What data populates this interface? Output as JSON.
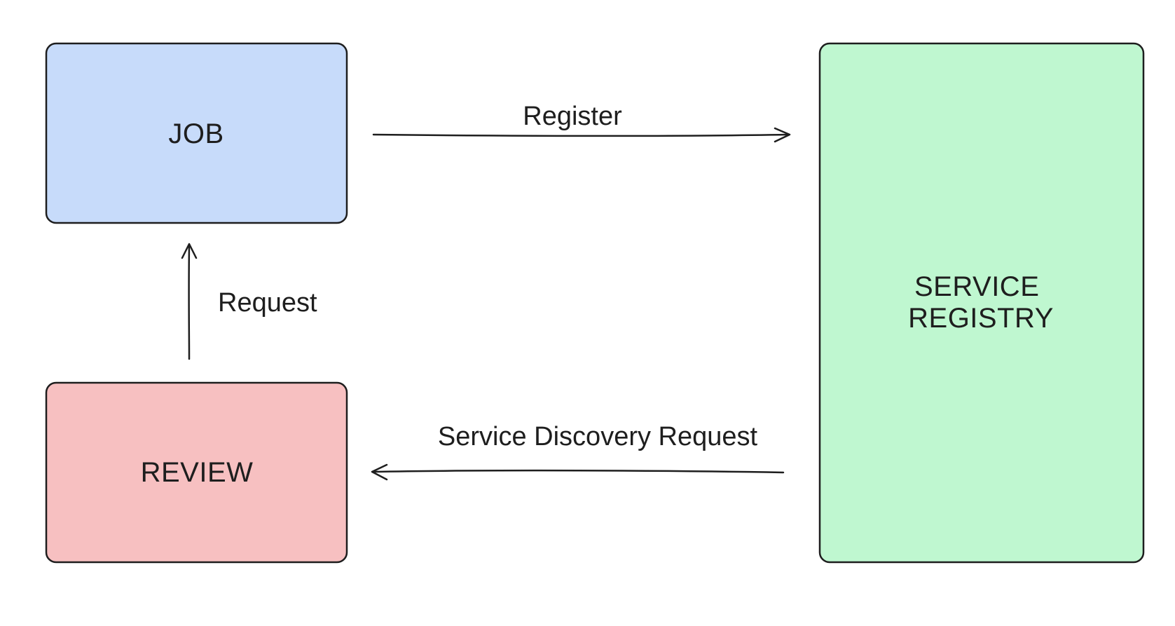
{
  "nodes": {
    "job": {
      "label": "JOB",
      "color": "#c7dbfa"
    },
    "review": {
      "label": "REVIEW",
      "color": "#f7c0c1"
    },
    "service_registry": {
      "label_line1": "SERVICE",
      "label_line2": "REGISTRY",
      "color": "#bff7d0"
    }
  },
  "edges": {
    "register": {
      "label": "Register"
    },
    "request": {
      "label": "Request"
    },
    "service_discovery": {
      "label": "Service Discovery Request"
    }
  }
}
